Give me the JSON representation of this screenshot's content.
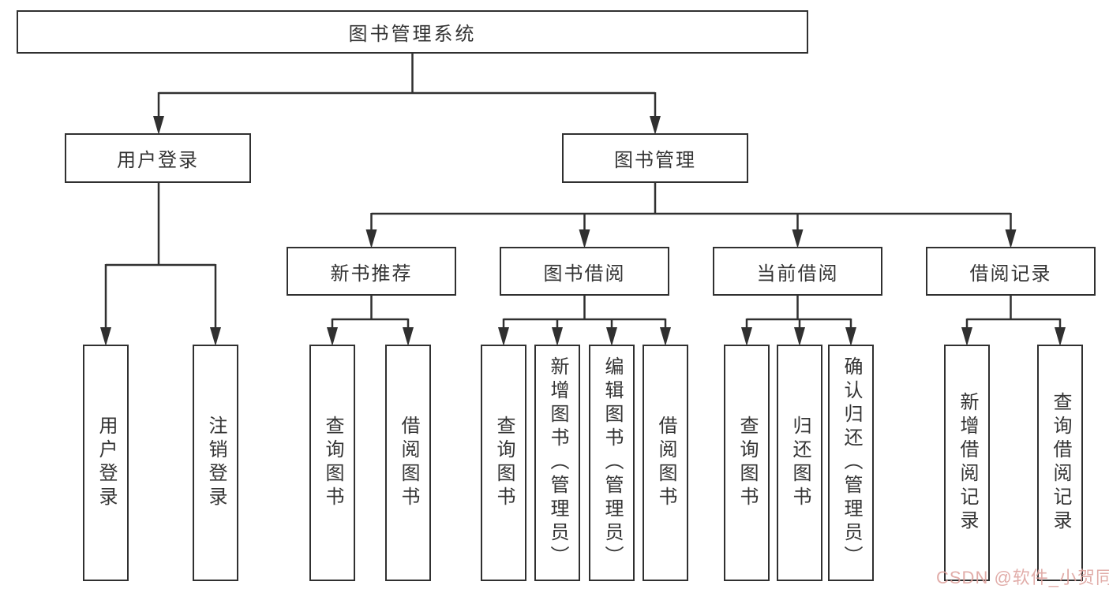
{
  "tree": {
    "root": {
      "label": "图书管理系统",
      "children": [
        {
          "label": "用户登录",
          "children": [
            {
              "label": "用户登录"
            },
            {
              "label": "注销登录"
            }
          ]
        },
        {
          "label": "图书管理",
          "children": [
            {
              "label": "新书推荐",
              "children": [
                {
                  "label": "查询图书"
                },
                {
                  "label": "借阅图书"
                }
              ]
            },
            {
              "label": "图书借阅",
              "children": [
                {
                  "label": "查询图书"
                },
                {
                  "label": "新增图书（管理员）"
                },
                {
                  "label": "编辑图书（管理员）"
                },
                {
                  "label": "借阅图书"
                }
              ]
            },
            {
              "label": "当前借阅",
              "children": [
                {
                  "label": "查询图书"
                },
                {
                  "label": "归还图书"
                },
                {
                  "label": "确认归还（管理员）"
                }
              ]
            },
            {
              "label": "借阅记录",
              "children": [
                {
                  "label": "新增借阅记录"
                },
                {
                  "label": "查询借阅记录"
                }
              ]
            }
          ]
        }
      ]
    }
  },
  "watermark": {
    "text": "CSDN @软件_小贺同学",
    "color": "#dea29e"
  },
  "colors": {
    "line": "#303030",
    "box_border": "#303030",
    "text": "#343434",
    "background": "#ffffff"
  }
}
